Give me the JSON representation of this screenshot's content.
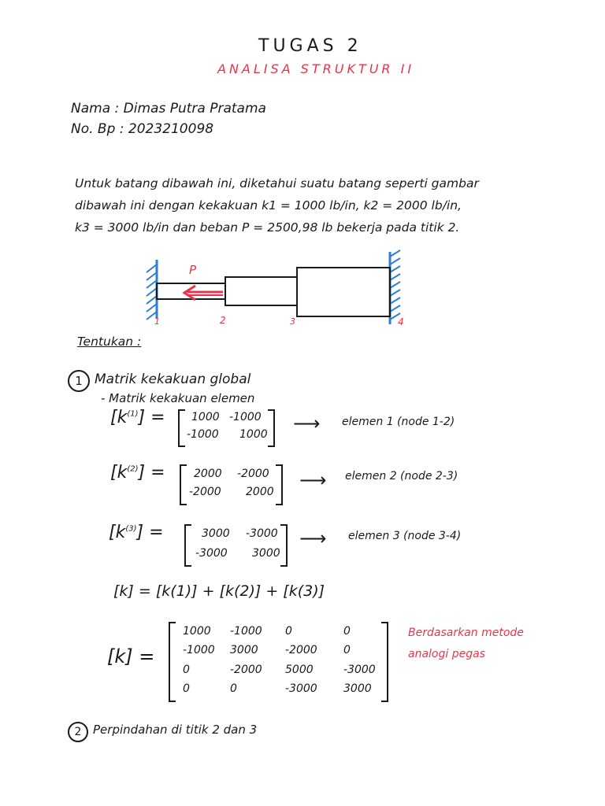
{
  "header": {
    "title": "TUGAS 2",
    "subtitle": "ANALISA STRUKTUR II"
  },
  "student": {
    "name_line": "Nama : Dimas Putra Pratama",
    "id_line": "No. Bp : 2023210098"
  },
  "problem": {
    "line1": "Untuk batang dibawah ini, diketahui suatu batang seperti gambar",
    "line2": "dibawah ini dengan kekakuan k1 = 1000 lb/in, k2 = 2000 lb/in,",
    "line3": "k3 = 3000 lb/in dan beban P = 2500,98 lb bekerja pada titik 2."
  },
  "diagram": {
    "load_label": "P",
    "node_labels": [
      "1",
      "2",
      "3",
      "4"
    ],
    "colors": {
      "wall": "#2d7fd6",
      "load": "#e8344a",
      "ink": "#1a1a1a"
    }
  },
  "tentukan_label": "Tentukan :",
  "section1": {
    "number": "1",
    "heading": "Matrik kekakuan global",
    "subheading": "- Matrik kekakuan elemen",
    "k1_lhs": "k",
    "k1_sup": "(1)",
    "k1_matrix": [
      [
        "1000",
        "-1000"
      ],
      [
        "-1000",
        "1000"
      ]
    ],
    "k1_note": "elemen 1 (node 1-2)",
    "k2_lhs": "k",
    "k2_sup": "(2)",
    "k2_matrix": [
      [
        "2000",
        "-2000"
      ],
      [
        "-2000",
        "2000"
      ]
    ],
    "k2_note": "elemen 2 (node 2-3)",
    "k3_lhs": "k",
    "k3_sup": "(3)",
    "k3_matrix": [
      [
        "3000",
        "-3000"
      ],
      [
        "-3000",
        "3000"
      ]
    ],
    "k3_note": "elemen 3 (node 3-4)",
    "global_sum": "[k] = [k(1)] + [k(2)] + [k(3)]",
    "global_lhs": "[k] =",
    "global_matrix": [
      [
        "1000",
        "-1000",
        "0",
        "0"
      ],
      [
        "-1000",
        "3000",
        "-2000",
        "0"
      ],
      [
        "0",
        "-2000",
        "5000",
        "-3000"
      ],
      [
        "0",
        "0",
        "-3000",
        "3000"
      ]
    ],
    "method_note_line1": "Berdasarkan metode",
    "method_note_line2": "analogi pegas"
  },
  "section2": {
    "number": "2",
    "heading": "Perpindahan di titik 2 dan 3"
  }
}
